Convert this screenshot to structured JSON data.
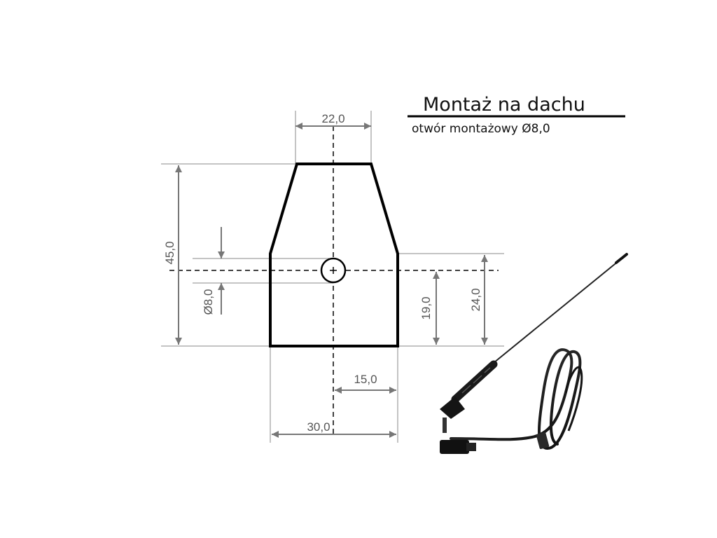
{
  "title": "Montaż na dachu",
  "subtitle": "otwór montażowy  Ø8,0",
  "dimensions": {
    "top_width": "22,0",
    "height_total": "45,0",
    "hole_diameter": "Ø8,0",
    "hole_height": "19,0",
    "side_height": "24,0",
    "half_width": "15,0",
    "base_width": "30,0"
  },
  "colors": {
    "outline": "#000000",
    "dimension": "#777777",
    "text": "#555555"
  },
  "icons": [
    "antenna-photo"
  ]
}
